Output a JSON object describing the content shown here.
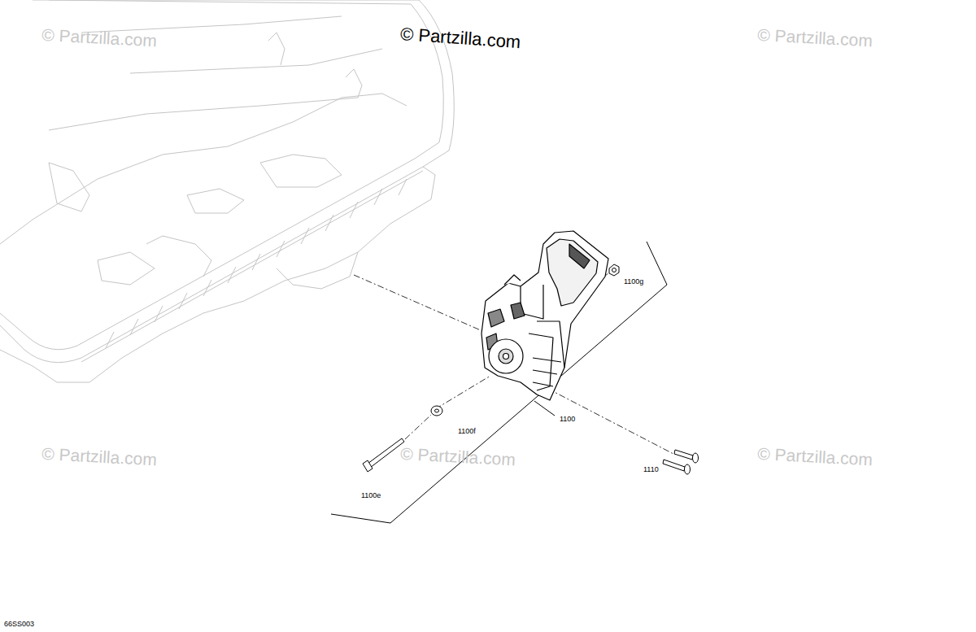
{
  "diagram": {
    "labels": [
      "© Partzilla.com",
      "© Partzilla.com",
      "© Partzilla.com",
      "1100g",
      "1100",
      "1100f",
      "1110",
      "© Partzilla.com",
      "© Partzilla.com",
      "© Partzilla.com",
      "1100e",
      "66SS003"
    ]
  }
}
